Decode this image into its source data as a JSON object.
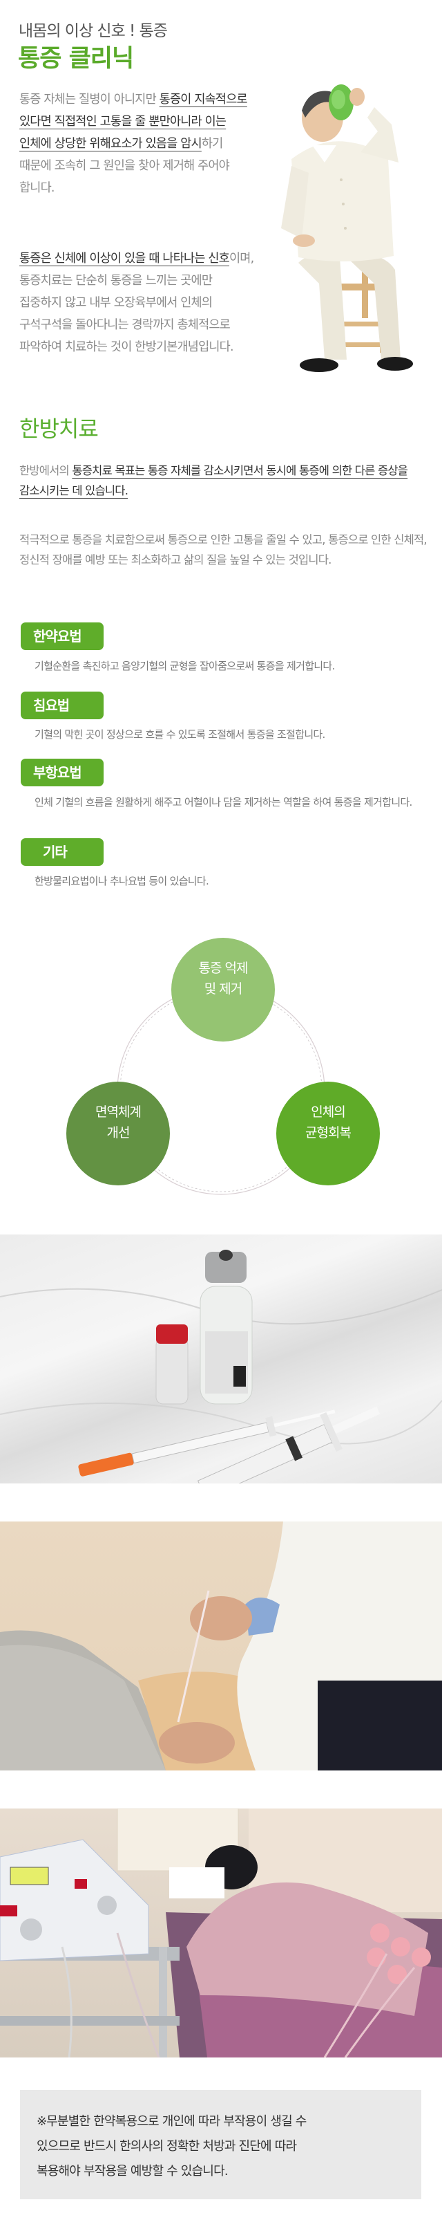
{
  "header": {
    "subtitle": "내몸의 이상 신호 ! 통증",
    "title": "통증 클리닉"
  },
  "intro": {
    "p1": {
      "plain_before": "통증 자체는 질병이 아니지만 ",
      "underlined": "통증이 지속적으로 있다면 직접적인 고통을 줄 뿐만아니라 이는 인체에 상당한 위해요소가 있음을 암시",
      "plain_after": "하기 때문에 조속히 그 원인을 찾아 제거해 주어야 합니다."
    },
    "p2": {
      "underlined": "통증은 신체에 이상이 있을 때 나타나는 신호",
      "plain_after": "이며, 통증치료는 단순히 통증을 느끼는 곳에만 집중하지 않고 내부 오장육부에서 인체의 구석구석을 돌아다니는 경락까지 총체적으로 파악하여 치료하는 것이 한방기본개념입니다."
    },
    "hero_image_alt": "머리에 얼음주머니를 대고 의자에 앉아 있는 남성"
  },
  "treatment": {
    "heading": "한방치료",
    "goal": {
      "plain_before": "한방에서의 ",
      "underlined": "통증치료 목표는 통증 자체를 감소시키면서 동시에 통증에 의한 다른 증상을 감소시키는 데 있습니다."
    },
    "goal_detail": "적극적으로 통증을 치료함으로써 통증으로 인한 고통을 줄일 수 있고, 통증으로 인한 신체적, 정신적 장애를 예방 또는 최소화하고 삶의 질을 높일 수 있는 것입니다.",
    "methods": [
      {
        "label": "한약요법",
        "description": "기혈순환을 촉진하고 음양기혈의 균형을 잡아줌으로써 통증을 제거합니다."
      },
      {
        "label": "침요법",
        "description": "기혈의 막힌 곳이 정상으로 흐를 수 있도록 조절해서 통증을 조절합니다."
      },
      {
        "label": "부항요법",
        "description": "인체 기혈의 흐름을 원활하게 해주고 어혈이나 담을 제거하는 역할을 하여 통증을 제거합니다."
      },
      {
        "label": "기타",
        "description": "한방물리요법이나 추나요법 등이 있습니다."
      }
    ],
    "badge_color": "#5fad2a"
  },
  "diagram": {
    "nodes": [
      {
        "line1": "통증 억제",
        "line2": "및 제거",
        "color": "#95c472"
      },
      {
        "line1": "면역체계",
        "line2": "개선",
        "color": "#639243"
      },
      {
        "line1": "인체의",
        "line2": "균형회복",
        "color": "#5fab28"
      }
    ],
    "ring_color": "#d9cfd3"
  },
  "photos": [
    {
      "alt": "대리석 위의 약병과 주사기"
    },
    {
      "alt": "한의사가 환자 허리에 약침 시술"
    },
    {
      "alt": "엎드린 환자에게 전기 물리치료 시술"
    }
  ],
  "disclaimer": {
    "line1": "※무분별한 한약복용으로 개인에 따라 부작용이 생길 수",
    "line2": "있으므로 반드시 한의사의 정확한 처방과 진단에 따라",
    "line3": "복용해야 부작용을 예방할 수 있습니다."
  }
}
